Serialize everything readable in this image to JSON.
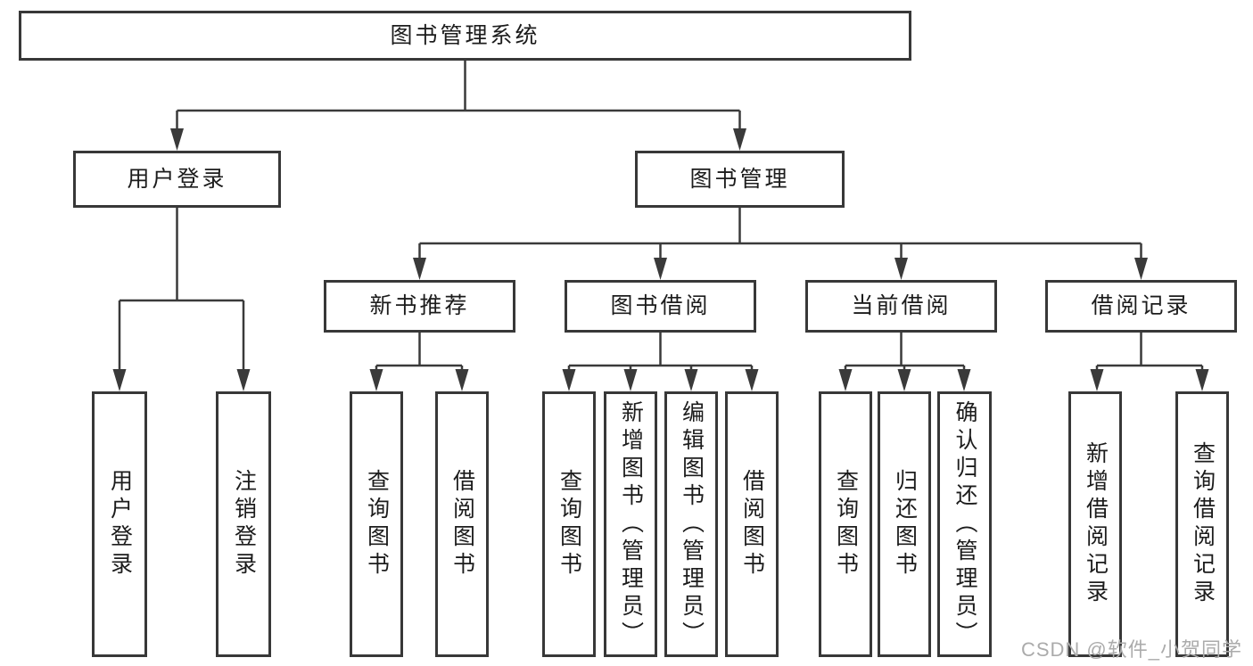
{
  "diagram": {
    "root": {
      "label": "图书管理系统"
    },
    "branches": [
      {
        "label": "用户登录",
        "leaves": [
          {
            "label": "用户登录"
          },
          {
            "label": "注销登录"
          }
        ]
      },
      {
        "label": "图书管理",
        "sections": [
          {
            "label": "新书推荐",
            "leaves": [
              {
                "label": "查询图书"
              },
              {
                "label": "借阅图书"
              }
            ]
          },
          {
            "label": "图书借阅",
            "leaves": [
              {
                "label": "查询图书"
              },
              {
                "label": "新增图书（管理员）"
              },
              {
                "label": "编辑图书（管理员）"
              },
              {
                "label": "借阅图书"
              }
            ]
          },
          {
            "label": "当前借阅",
            "leaves": [
              {
                "label": "查询图书"
              },
              {
                "label": "归还图书"
              },
              {
                "label": "确认归还（管理员）"
              }
            ]
          },
          {
            "label": "借阅记录",
            "leaves": [
              {
                "label": "新增借阅记录"
              },
              {
                "label": "查询借阅记录"
              }
            ]
          }
        ]
      }
    ]
  },
  "watermark": {
    "text": "CSDN @软件_小贺同学"
  },
  "colors": {
    "background": "#ffffff",
    "line": "#3a3a3a",
    "box_border": "#383838",
    "text": "#1c1c1c",
    "watermark": "#ababab"
  }
}
